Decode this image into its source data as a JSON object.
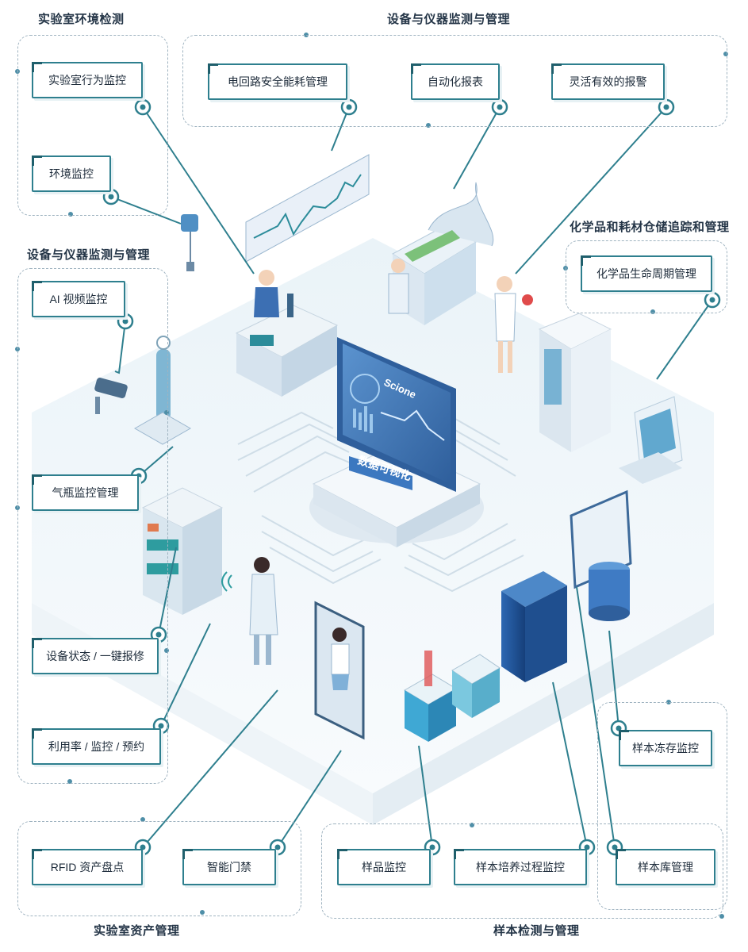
{
  "sections": {
    "env_monitoring": "实验室环境检测",
    "equipment_top": "设备与仪器监测与管理",
    "equipment_left": "设备与仪器监测与管理",
    "chemicals": "化学品和耗材仓储追踪和管理",
    "assets": "实验室资产管理",
    "samples": "样本检测与管理"
  },
  "labels": {
    "lab_behavior": "实验室行为监控",
    "env_control": "环境监控",
    "circuit_energy": "电回路安全能耗管理",
    "auto_report": "自动化报表",
    "smart_alarm": "灵活有效的报警",
    "chem_lifecycle": "化学品生命周期管理",
    "ai_video": "AI 视频监控",
    "gas_cylinder": "气瓶监控管理",
    "device_status": "设备状态 / 一键报修",
    "utilization": "利用率 / 监控 / 预约",
    "rfid": "RFID 资产盘点",
    "smart_access": "智能门禁",
    "sample_monitor": "样品监控",
    "culture_process": "样本培养过程监控",
    "sample_freeze": "样本冻存监控",
    "sample_bank": "样本库管理"
  },
  "center": {
    "brand": "Scione",
    "data_viz": "数据可视化"
  },
  "colors": {
    "accent": "#2e7f8e",
    "platform": "#e8f1f6",
    "screen": "#3f78b8"
  }
}
